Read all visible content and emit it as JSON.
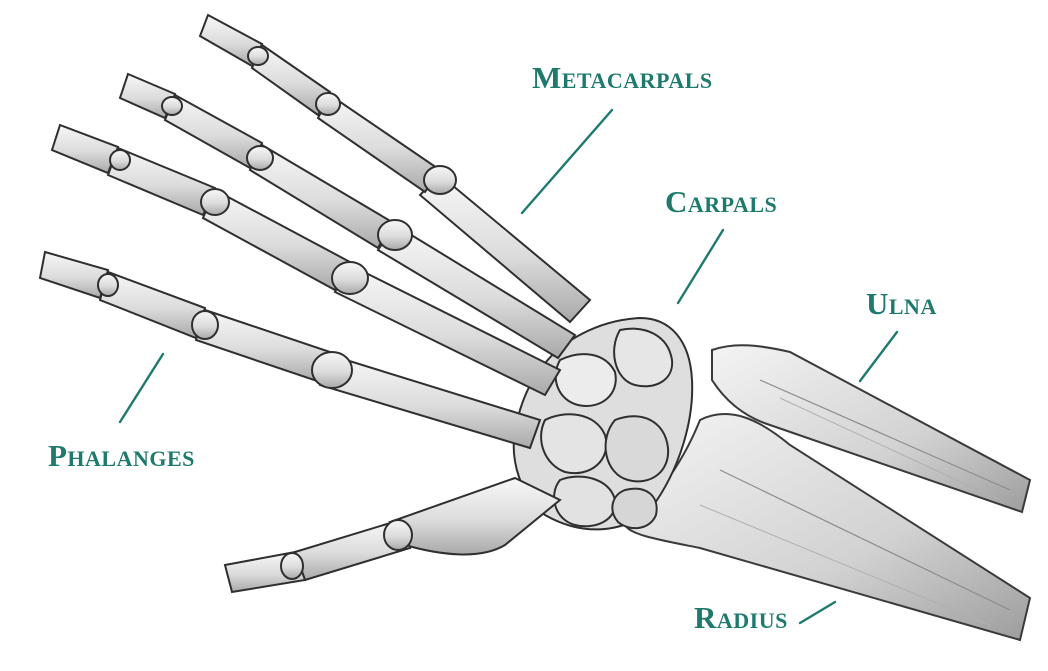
{
  "diagram": {
    "labels": {
      "metacarpals": "Metacarpals",
      "carpals": "Carpals",
      "ulna": "Ulna",
      "phalanges": "Phalanges",
      "radius": "Radius"
    }
  },
  "style": {
    "label_color": "#1f7a6e",
    "bone_fill": "#e9e9e9",
    "bone_stroke": "#3a3a3a",
    "shade_color": "#9a9a9a"
  }
}
